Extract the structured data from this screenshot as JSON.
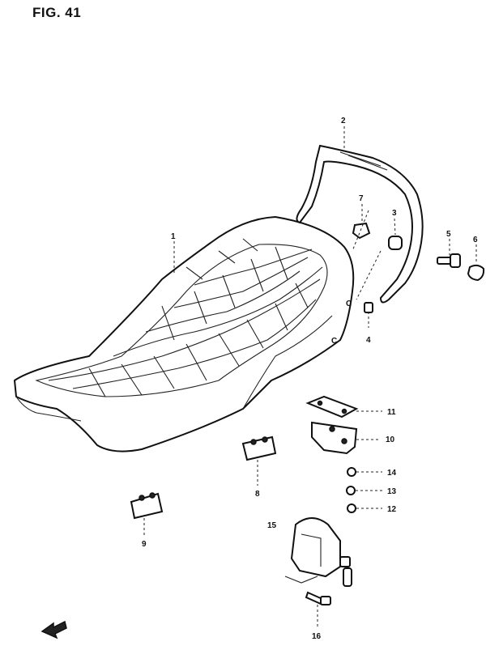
{
  "figure": {
    "title": "FIG. 41"
  },
  "callouts": [
    {
      "id": "1",
      "text": "1"
    },
    {
      "id": "2",
      "text": "2"
    },
    {
      "id": "3",
      "text": "3"
    },
    {
      "id": "4",
      "text": "4"
    },
    {
      "id": "5",
      "text": "5"
    },
    {
      "id": "6",
      "text": "6"
    },
    {
      "id": "7",
      "text": "7"
    },
    {
      "id": "8",
      "text": "8"
    },
    {
      "id": "9",
      "text": "9"
    },
    {
      "id": "10",
      "text": "10"
    },
    {
      "id": "11",
      "text": "11"
    },
    {
      "id": "12",
      "text": "12"
    },
    {
      "id": "13",
      "text": "13"
    },
    {
      "id": "14",
      "text": "14"
    },
    {
      "id": "15",
      "text": "15"
    },
    {
      "id": "16",
      "text": "16"
    }
  ],
  "marks": {
    "c_upper": "C",
    "c_lower": "C"
  },
  "icons": {
    "front_arrow": "front-arrow-icon"
  }
}
